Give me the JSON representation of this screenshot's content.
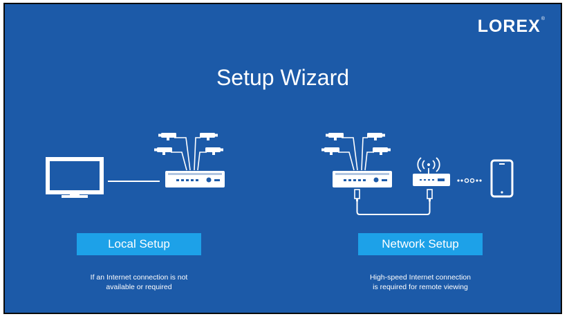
{
  "brand": {
    "logo_text": "LOREX",
    "trademark": "®"
  },
  "screen": {
    "title": "Setup Wizard"
  },
  "options": {
    "local": {
      "label": "Local Setup",
      "description_line1": "If an Internet connection is not",
      "description_line2": "available or required"
    },
    "network": {
      "label": "Network Setup",
      "description_line1": "High-speed Internet connection",
      "description_line2": "is required for remote viewing"
    }
  },
  "colors": {
    "background": "#1c5aa8",
    "button": "#1da1e8",
    "foreground": "#ffffff",
    "border": "#0a0a0a"
  },
  "icons": {
    "local_diagram": [
      "monitor-icon",
      "cable-line",
      "camera-icon",
      "nvr-recorder-icon"
    ],
    "network_diagram": [
      "camera-icon",
      "nvr-recorder-icon",
      "ethernet-plug-icon",
      "router-icon",
      "wifi-signal-icon",
      "dots-connection-icon",
      "smartphone-icon"
    ]
  }
}
